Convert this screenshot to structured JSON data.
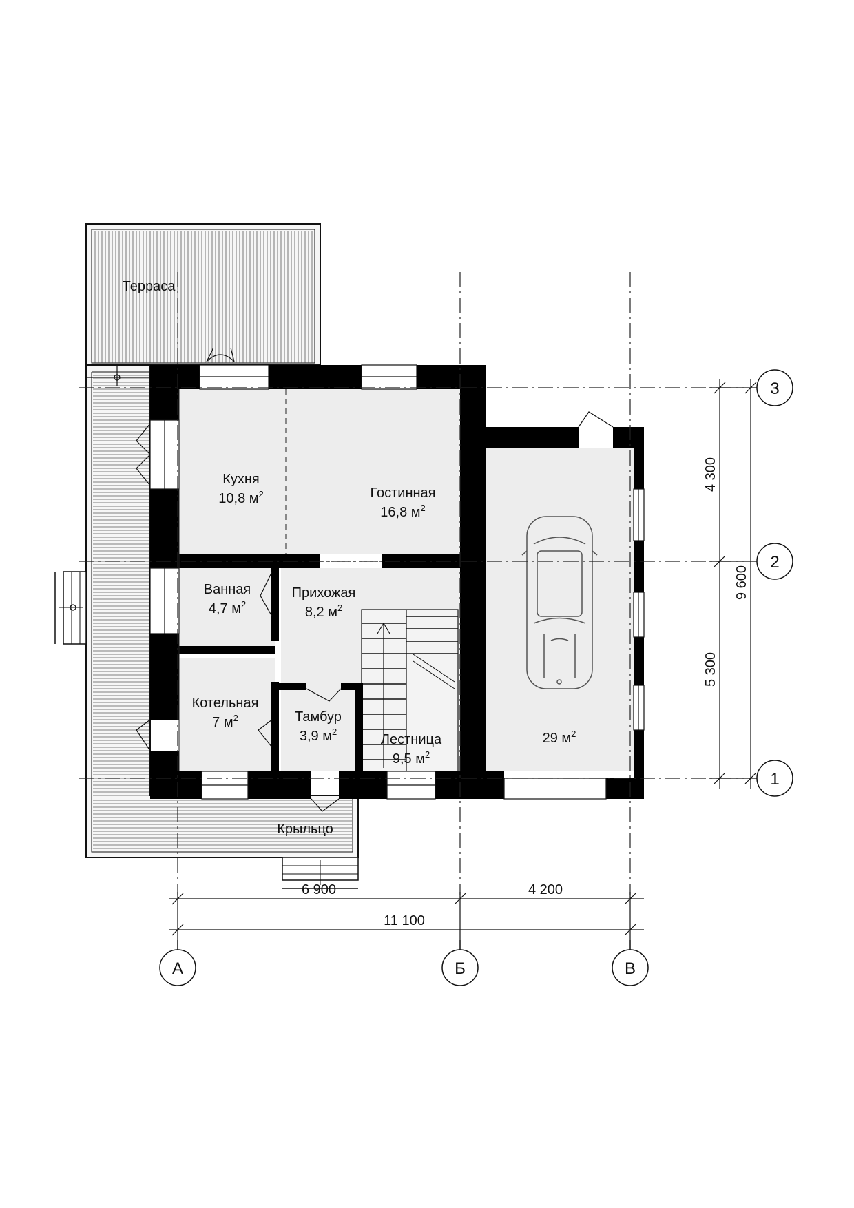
{
  "rooms": {
    "terrace": {
      "name": "Терраса"
    },
    "kitchen": {
      "name": "Кухня",
      "area": "10,8 м"
    },
    "living": {
      "name": "Гостинная",
      "area": "16,8 м"
    },
    "bath": {
      "name": "Ванная",
      "area": "4,7 м"
    },
    "hall": {
      "name": "Прихожая",
      "area": "8,2 м"
    },
    "boiler": {
      "name": "Котельная",
      "area": "7 м"
    },
    "vestibule": {
      "name": "Тамбур",
      "area": "3,9 м"
    },
    "stairs": {
      "name": "Лестница",
      "area": "9,5 м"
    },
    "garage": {
      "area": "29 м"
    },
    "porch": {
      "name": "Крыльцо"
    }
  },
  "superscript": "2",
  "dimensions": {
    "bottom_ab": "6 900",
    "bottom_bv": "4 200",
    "bottom_total": "11 100",
    "right_upper": "4 300",
    "right_lower": "5 300",
    "right_total": "9 600"
  },
  "axes": {
    "vertical": [
      "А",
      "Б",
      "В"
    ],
    "horizontal": [
      "3",
      "2",
      "1"
    ]
  }
}
